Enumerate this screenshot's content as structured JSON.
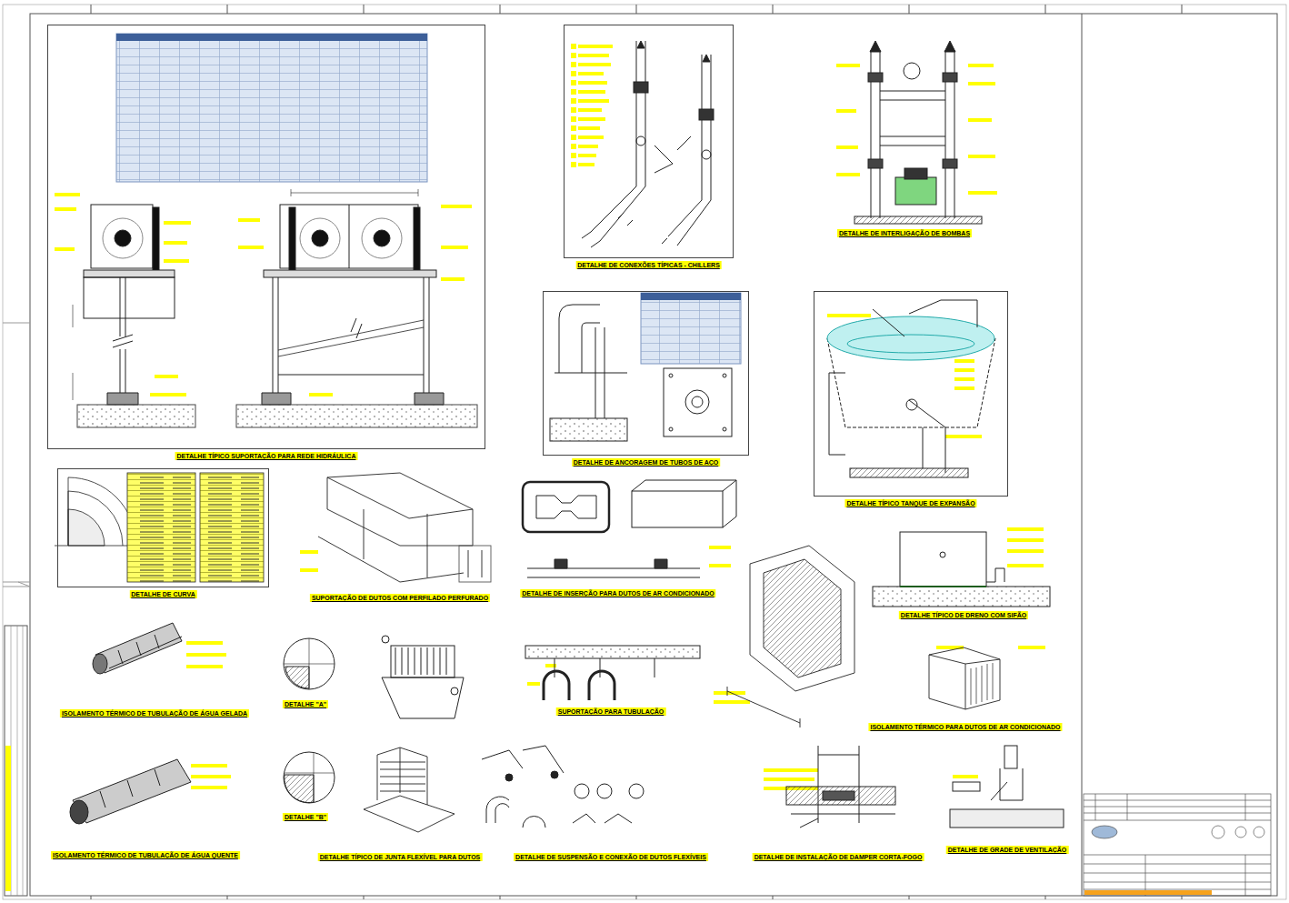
{
  "diagram": {
    "nodes": [
      {
        "text": [
          "DETALHE TÍPICO SUPORTAÇÃO PARA REDE HIDRÁULICA"
        ]
      },
      {
        "text": [
          "DETALHE DE CONEXÕES TÍPICAS - CHILLERS"
        ]
      },
      {
        "text": [
          "DETALHE DE ANCORAGEM DE TUBOS DE AÇO"
        ]
      },
      {
        "text": [
          "DETALHE TÍPICO TANQUE DE EXPANSÃO"
        ]
      },
      {
        "text": [
          "DETALHE DE CURVA"
        ]
      }
    ],
    "labels": [
      "DETALHE DE INTERLIGAÇÃO DE BOMBAS",
      "SUPORTAÇÃO DE DUTOS COM PERFILADO PERFURADO",
      "DETALHE DE INSERÇÃO PARA DUTOS DE AR CONDICIONADO",
      "DETALHE TÍPICO DE DRENO COM SIFÃO",
      "ISOLAMENTO TÉRMICO DE TUBULAÇÃO DE ÁGUA GELADA",
      "DETALHE \"A\"",
      "SUPORTAÇÃO PARA TUBULAÇÃO",
      "ISOLAMENTO TÉRMICO PARA DUTOS DE AR CONDICIONADO",
      "ISOLAMENTO TÉRMICO DE TUBULAÇÃO DE ÁGUA QUENTE",
      "DETALHE \"B\"",
      "DETALHE TÍPICO DE JUNTA FLEXÍVEL PARA DUTOS",
      "DETALHE DE SUSPENSÃO E CONEXÃO DE DUTOS FLEXÍVEIS",
      "DETALHE DE INSTALAÇÃO DE DAMPER CORTA-FOGO",
      "DETALHE DE GRADE DE VENTILAÇÃO"
    ]
  }
}
